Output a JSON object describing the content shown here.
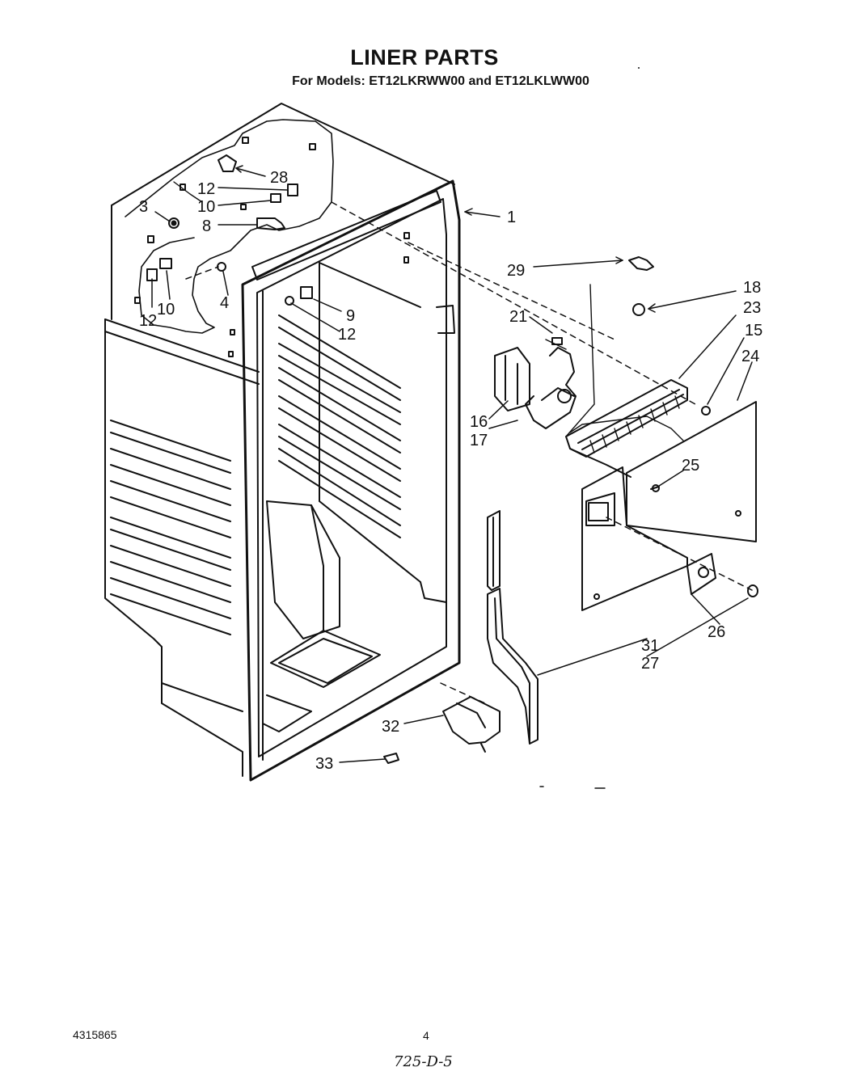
{
  "header": {
    "title": "LINER PARTS",
    "subtitle": "For Models: ET12LKRWW00 and ET12LKLWW00"
  },
  "callouts": [
    "1",
    "3",
    "28",
    "12",
    "10",
    "8",
    "12",
    "10",
    "4",
    "9",
    "12",
    "29",
    "18",
    "23",
    "21",
    "15",
    "24",
    "16",
    "17",
    "25",
    "26",
    "31",
    "27",
    "32",
    "33"
  ],
  "footer": {
    "document_number": "4315865",
    "page_number": "4",
    "handwritten_note": "725-D-5"
  }
}
